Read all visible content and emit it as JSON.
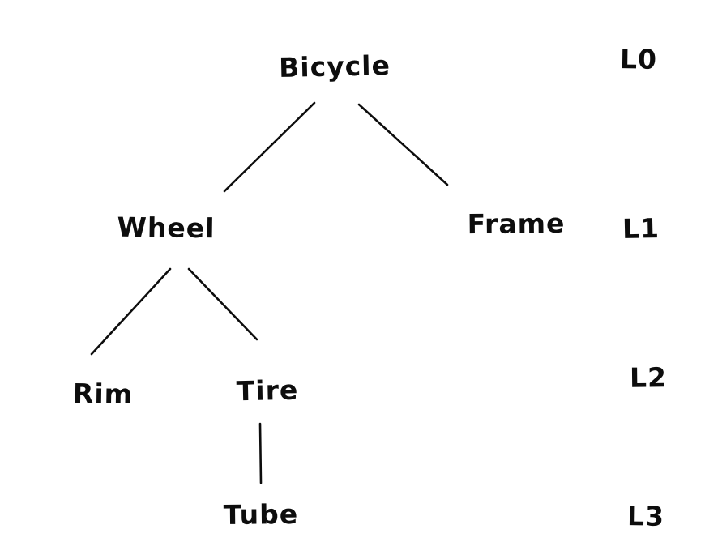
{
  "diagram": {
    "type": "tree",
    "style": "hand-drawn",
    "ink_color": "#0d0d0d",
    "background_color": "#ffffff",
    "nodes": [
      {
        "id": "bicycle",
        "label": "Bicycle",
        "level": 0
      },
      {
        "id": "wheel",
        "label": "Wheel",
        "level": 1
      },
      {
        "id": "frame",
        "label": "Frame",
        "level": 1
      },
      {
        "id": "rim",
        "label": "Rim",
        "level": 2
      },
      {
        "id": "tire",
        "label": "Tire",
        "level": 2
      },
      {
        "id": "tube",
        "label": "Tube",
        "level": 3
      }
    ],
    "edges": [
      {
        "from": "bicycle",
        "to": "wheel"
      },
      {
        "from": "bicycle",
        "to": "frame"
      },
      {
        "from": "wheel",
        "to": "rim"
      },
      {
        "from": "wheel",
        "to": "tire"
      },
      {
        "from": "tire",
        "to": "tube"
      }
    ],
    "level_labels": [
      {
        "label": "L0"
      },
      {
        "label": "L1"
      },
      {
        "label": "L2"
      },
      {
        "label": "L3"
      }
    ]
  }
}
